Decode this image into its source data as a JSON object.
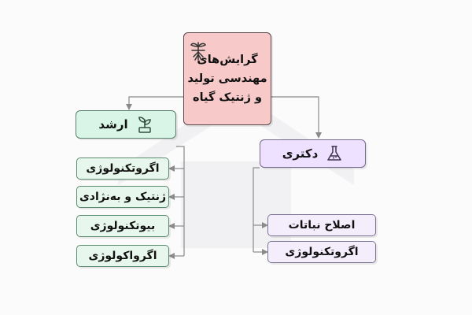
{
  "diagram": {
    "root": {
      "lines": [
        "گرایش‌های",
        "مهندسی تولید",
        "و ژنتیک گیاه"
      ],
      "icon": "plant-roots-icon"
    },
    "branches": [
      {
        "label": "ارشد",
        "icon": "plant-leaves-icon",
        "color": "#d9f5e8",
        "children": [
          "اگروتکنولوژی",
          "ژنتیک و به‌نژادی",
          "بیوتکنولوژی",
          "اگرواکولوژی"
        ]
      },
      {
        "label": "دکتری",
        "icon": "lab-flask-icon",
        "color": "#eee0ff",
        "children": [
          "اصلاح نباتات",
          "اگروتکنولوژی"
        ]
      }
    ]
  }
}
